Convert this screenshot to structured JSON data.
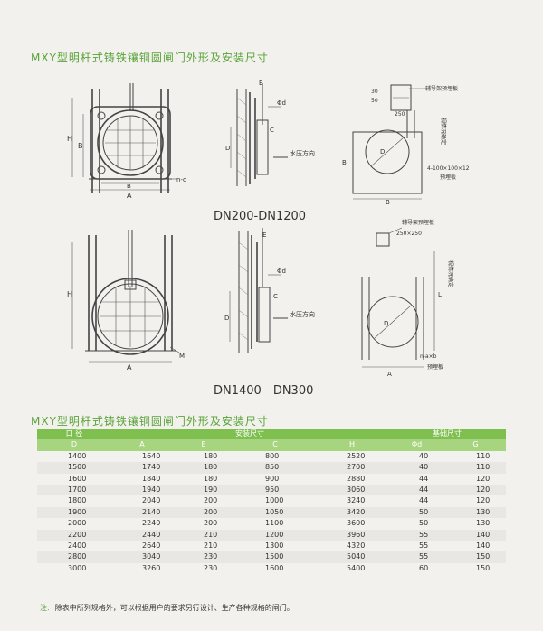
{
  "title_top": "MXY型明杆式铸铁镶铜圆闸门外形及安装尺寸",
  "title_table": "MXY型明杆式铸铁镶铜圆闸门外形及安装尺寸",
  "drawing": {
    "range1": "DN200-DN1200",
    "range2": "DN1400—DN300",
    "dim_H": "H",
    "dim_B": "B",
    "dim_A": "A",
    "dim_nd": "n-d",
    "dim_E": "E",
    "dim_phid": "Φd",
    "dim_C": "C",
    "dim_D": "D",
    "dim_M": "M",
    "dim_L": "L",
    "water": "水压方向",
    "guide_plate": "辅导架预埋板",
    "embed_plate": "预埋板",
    "size_250": "250",
    "size_250x250": "250×250",
    "size_4_100": "4-100×100×12",
    "size_n_a_b": "n-a×b",
    "depends": "视情况确定",
    "n30": "30",
    "n50": "50"
  },
  "table": {
    "head1": [
      "口 径",
      "安装尺寸",
      "基础尺寸"
    ],
    "head2": [
      "D",
      "A",
      "E",
      "C",
      "H",
      "Φd",
      "G"
    ],
    "rows": [
      [
        "1400",
        "1640",
        "180",
        "800",
        "2520",
        "40",
        "110"
      ],
      [
        "1500",
        "1740",
        "180",
        "850",
        "2700",
        "40",
        "110"
      ],
      [
        "1600",
        "1840",
        "180",
        "900",
        "2880",
        "44",
        "120"
      ],
      [
        "1700",
        "1940",
        "190",
        "950",
        "3060",
        "44",
        "120"
      ],
      [
        "1800",
        "2040",
        "200",
        "1000",
        "3240",
        "44",
        "120"
      ],
      [
        "1900",
        "2140",
        "200",
        "1050",
        "3420",
        "50",
        "130"
      ],
      [
        "2000",
        "2240",
        "200",
        "1100",
        "3600",
        "50",
        "130"
      ],
      [
        "2200",
        "2440",
        "210",
        "1200",
        "3960",
        "55",
        "140"
      ],
      [
        "2400",
        "2640",
        "210",
        "1300",
        "4320",
        "55",
        "140"
      ],
      [
        "2800",
        "3040",
        "230",
        "1500",
        "5040",
        "55",
        "150"
      ],
      [
        "3000",
        "3260",
        "230",
        "1600",
        "5400",
        "60",
        "150"
      ]
    ]
  },
  "note": {
    "label": "注:",
    "text": "除表中所列规格外，可以根据用户的要求另行设计、生产各种规格的闸门。"
  }
}
